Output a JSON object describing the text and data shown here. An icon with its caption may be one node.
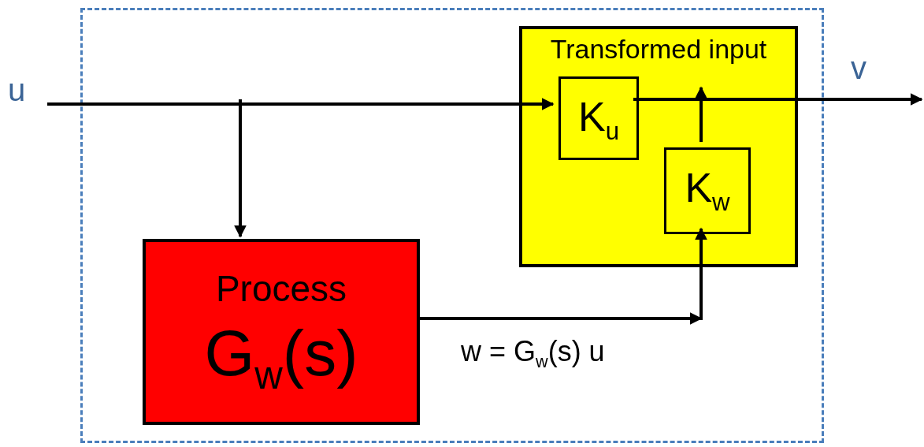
{
  "diagram": {
    "nodes": [
      {
        "text": [],
        "shape": "box"
      },
      {
        "text": [
          "Transformed input"
        ],
        "in": 0
      },
      {
        "text": [
          "K$_{u}$"
        ],
        "in": 1
      },
      {
        "text": [
          "K$_{w}$"
        ],
        "in": 1
      },
      {
        "text": [
          "Process",
          "G$_{w}$(s)"
        ],
        "in": 0
      }
    ],
    "edges": [
      {
        "from": null,
        "to": 2,
        "arrow": "to"
      },
      {
        "from": null,
        "to": 4,
        "arrow": "to"
      },
      {
        "from": 2,
        "to": null,
        "arrow": "to"
      },
      {
        "from": 3,
        "to": null,
        "arrow": "to"
      },
      {
        "from": 4,
        "to": 3,
        "arrow": "to",
        "label": "w = G$_{w}$(s) u"
      }
    ],
    "labels": [
      "u",
      "v"
    ]
  }
}
